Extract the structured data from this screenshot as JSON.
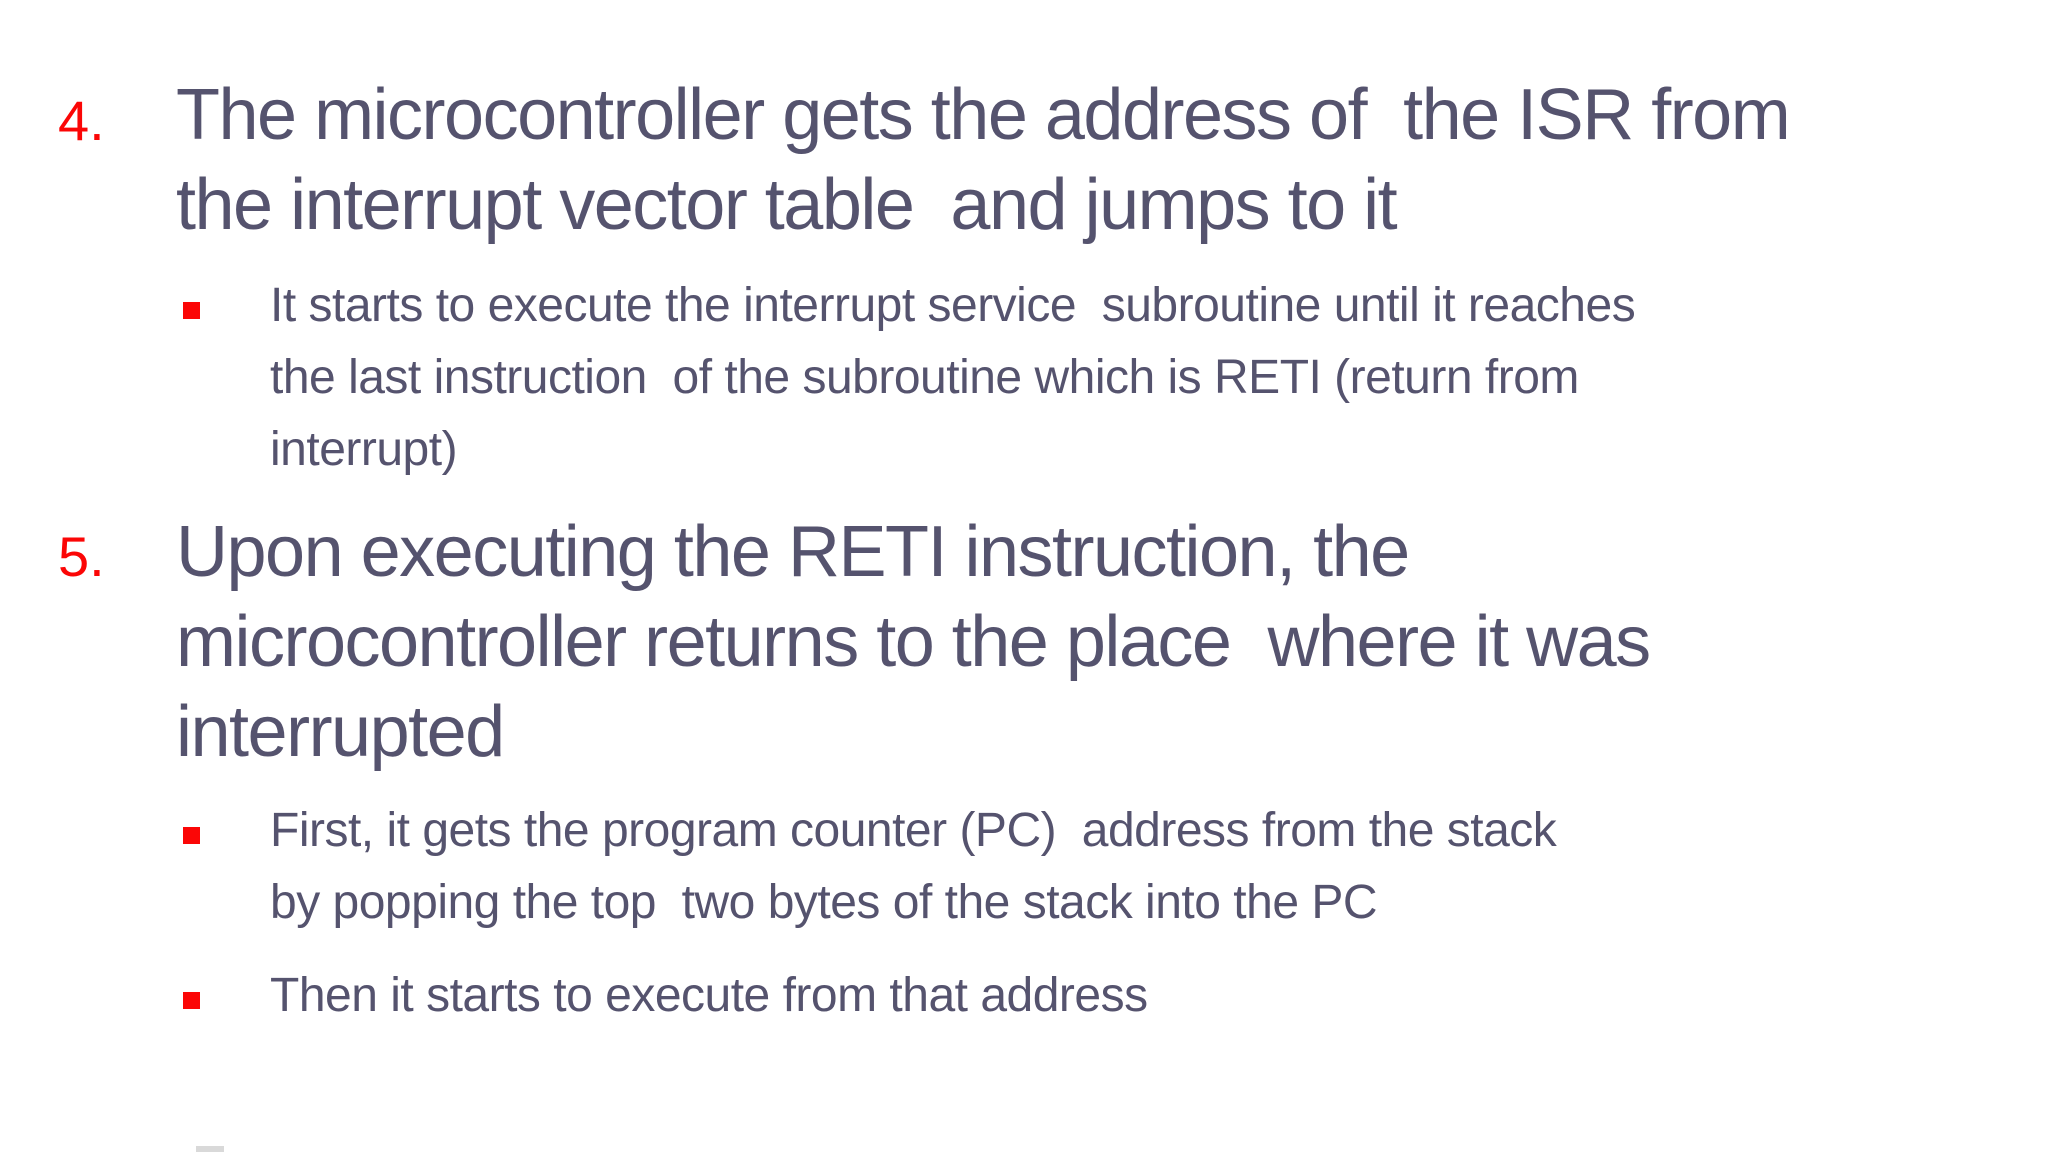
{
  "slide": {
    "background": "#ffffff",
    "text_color": "#55536e",
    "accent_red": "#fb0606",
    "items": [
      {
        "number": "4.",
        "lines": [
          "The microcontroller gets the address of  the ISR from",
          "the interrupt vector table  and jumps to it"
        ],
        "subs": [
          {
            "lines": [
              "It starts to execute the interrupt service  subroutine until it reaches",
              "the last instruction  of the subroutine which is RETI (return from",
              "interrupt)"
            ]
          }
        ]
      },
      {
        "number": "5.",
        "lines": [
          "Upon executing the RETI instruction, the",
          "microcontroller returns to the place  where it was",
          "interrupted"
        ],
        "subs": [
          {
            "lines": [
              "First, it gets the program counter (PC)  address from the stack",
              "by popping the top  two bytes of the stack into the PC"
            ]
          },
          {
            "lines": [
              "Then it starts to execute from that address"
            ]
          }
        ]
      }
    ]
  }
}
